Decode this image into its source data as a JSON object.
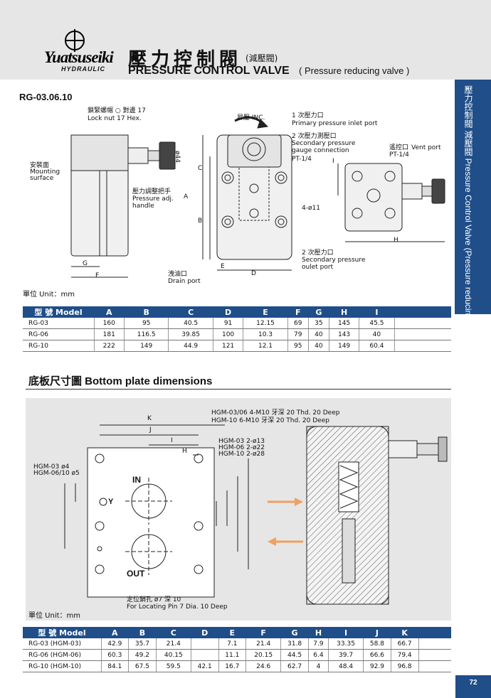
{
  "header": {
    "brand": "Yuatsuseiki",
    "brand_sub": "HYDRAULIC",
    "title_zh": "壓力控制閥",
    "title_zh_sub": "(減壓閥)",
    "title_en": "PRESSURE CONTROL VALVE",
    "title_en_sub": "( Pressure reducing valve )"
  },
  "side_tab": {
    "text": "壓力控制閥 減壓閥 Pressure Control Valve (Pressure reducing valve)"
  },
  "model_title": "RG-03.06.10",
  "labels": {
    "lock_nut_zh": "鎖緊螺帽 ○ 對邊 17",
    "lock_nut_en": "Lock nut 17 Hex.",
    "mounting_zh": "安裝面",
    "mounting_en1": "Mounting",
    "mounting_en2": "surface",
    "handle_zh": "壓力調整把手",
    "handle_en1": "Pressure adj.",
    "handle_en2": "handle",
    "drain_zh": "洩油口",
    "drain_en": "Drain port",
    "inc": "昇壓 INC.",
    "primary_zh": "1 次壓力口",
    "primary_en": "Primary pressure inlet port",
    "gauge_zh": "2 次壓力測壓口",
    "gauge_en1": "Secondary pressure",
    "gauge_en2": "gauge connection",
    "gauge_pt": "PT-1/4",
    "vent_zh": "遙控口",
    "vent_en": "Vent port",
    "vent_pt": "PT-1/4",
    "holes": "4-ø11",
    "secondary_zh": "2 次壓力口",
    "secondary_en1": "Secondary pressure",
    "secondary_en2": "oulet port",
    "phi44": "ø44",
    "dim_A": "A",
    "dim_B": "B",
    "dim_C": "C",
    "dim_D": "D",
    "dim_E": "E",
    "dim_F": "F",
    "dim_G": "G",
    "dim_H": "H",
    "dim_I": "I",
    "dim_J": "J",
    "dim_K": "K",
    "dim_Y": "Y"
  },
  "unit": "單位 Unit：mm",
  "table1": {
    "headers": [
      "型 號 Model",
      "A",
      "B",
      "C",
      "D",
      "E",
      "F",
      "G",
      "H",
      "I"
    ],
    "rows": [
      [
        "RG-03",
        "160",
        "95",
        "40.5",
        "91",
        "12.15",
        "69",
        "35",
        "145",
        "45.5"
      ],
      [
        "RG-06",
        "181",
        "116.5",
        "39.85",
        "100",
        "10.3",
        "79",
        "40",
        "143",
        "40"
      ],
      [
        "RG-10",
        "222",
        "149",
        "44.9",
        "121",
        "12.1",
        "95",
        "40",
        "149",
        "60.4"
      ]
    ]
  },
  "section2_title": "底板尺寸圖 Bottom plate dimensions",
  "plate_labels": {
    "thd1": "HGM-03/06 4-M10 牙深 20 Thd. 20 Deep",
    "thd2": "HGM-10 6-M10 牙深 20 Thd. 20 Deep",
    "port1": "HGM-03 2-ø13",
    "port2": "HGM-06 2-ø22",
    "port3": "HGM-10 2-ø28",
    "pin1": "HGM-03 ø4",
    "pin2": "HGM-06/10 ø5",
    "in": "IN",
    "out": "OUT",
    "locating_zh": "定位銷孔 ø7 深 10",
    "locating_en": "For Locating Pin 7 Dia. 10 Deep"
  },
  "table2": {
    "headers": [
      "型 號 Model",
      "A",
      "B",
      "C",
      "D",
      "E",
      "F",
      "G",
      "H",
      "I",
      "J",
      "K"
    ],
    "rows": [
      [
        "RG-03 (HGM-03)",
        "42.9",
        "35.7",
        "21.4",
        "",
        "7.1",
        "21.4",
        "31.8",
        "7.9",
        "33.35",
        "58.8",
        "66.7"
      ],
      [
        "RG-06 (HGM-06)",
        "60.3",
        "49.2",
        "40.15",
        "",
        "11.1",
        "20.15",
        "44.5",
        "6.4",
        "39.7",
        "66.6",
        "79.4"
      ],
      [
        "RG-10 (HGM-10)",
        "84.1",
        "67.5",
        "59.5",
        "42.1",
        "16.7",
        "24.6",
        "62.7",
        "4",
        "48.4",
        "92.9",
        "96.8"
      ]
    ]
  },
  "page_number": "72",
  "colors": {
    "accent": "#1f4e89",
    "band": "#e6e6e6",
    "arrow": "#f0a060"
  }
}
